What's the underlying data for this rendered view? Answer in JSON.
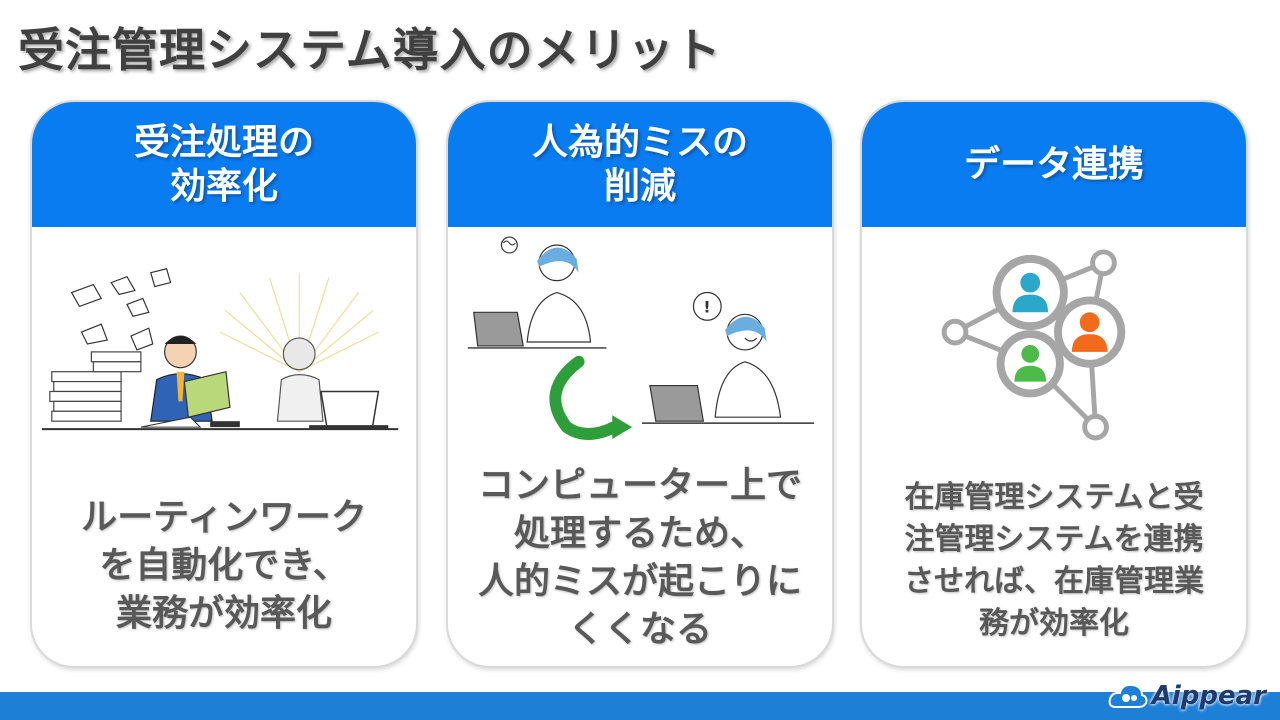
{
  "title": "受注管理システム導入のメリット",
  "cards": [
    {
      "heading": "受注処理の\n効率化",
      "body": "ルーティンワーク\nを自動化でき、\n業務が効率化",
      "illustration_icon": "office-worker-and-robot-illustration"
    },
    {
      "heading": "人為的ミスの\n削減",
      "body": "コンピューター上で\n処理するため、\n人的ミスが起こりに\nくくなる",
      "illustration_icon": "worried-to-happy-worker-illustration"
    },
    {
      "heading": "データ連携",
      "body": "在庫管理システムと受\n注管理システムを連携\nさせれば、在庫管理業\n務が効率化",
      "illustration_icon": "connected-users-gears-illustration"
    }
  ],
  "logo": {
    "text": "Aippear"
  },
  "colors": {
    "card_header": "#0a7cf2",
    "footer_bar": "#1e7fd6",
    "title_text": "#404040",
    "body_text": "#595959",
    "gear_gray": "#a6a6a6",
    "user_blue": "#2aa7c9",
    "user_orange": "#f26b1d",
    "user_green": "#4cbb4a",
    "arrow_green": "#2e9e3a"
  }
}
